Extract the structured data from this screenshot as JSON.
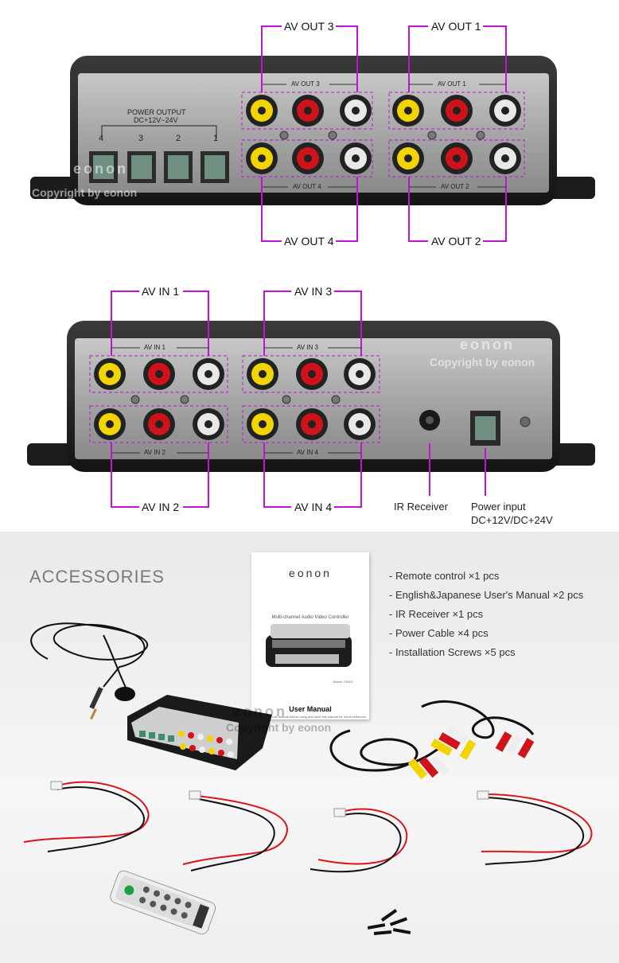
{
  "top_panel": {
    "callouts": [
      "AV OUT 3",
      "AV OUT 1",
      "AV OUT 4",
      "AV OUT 2"
    ],
    "power_output_title": "POWER OUTPUT",
    "power_output_voltage": "DC+12V~24V",
    "power_port_numbers": [
      "4",
      "3",
      "2",
      "1"
    ],
    "device_labels": [
      "AV OUT 3",
      "AV OUT 1",
      "AV OUT 4",
      "AV OUT 2"
    ],
    "watermark_brand": "eonon",
    "watermark": "Copyright by eonon"
  },
  "mid_panel": {
    "callouts": [
      "AV IN 1",
      "AV IN 3",
      "AV IN 2",
      "AV IN 4"
    ],
    "device_labels": [
      "AV IN 1",
      "AV IN 3",
      "AV IN 2",
      "AV IN 4"
    ],
    "ir_label": "IR Receiver",
    "power_input_label": "Power input",
    "power_input_voltage": "DC+12V/DC+24V",
    "watermark_brand": "eonon",
    "watermark": "Copyright by eonon"
  },
  "accessories": {
    "title": "ACCESSORIES",
    "items": [
      "- Remote control ×1 pcs",
      "- English&Japanese User's Manual ×2 pcs",
      "- IR Receiver ×1 pcs",
      "- Power Cable ×4 pcs",
      "- Installation Screws ×5 pcs"
    ],
    "manual": {
      "brand": "eonon",
      "subtitle": "Multi-channel Audio Video Controller",
      "model": "Model: G0001",
      "title": "User Manual",
      "note": "Please read this manual before using and save this manual for future reference"
    },
    "watermark_brand": "eonon",
    "watermark": "Copyright by eonon"
  },
  "colors": {
    "callout_line": "#c013d6",
    "rca_yellow": "#f2d400",
    "rca_red": "#d0121b",
    "rca_white": "#e8e8e8",
    "wire_red": "#d9151b"
  }
}
